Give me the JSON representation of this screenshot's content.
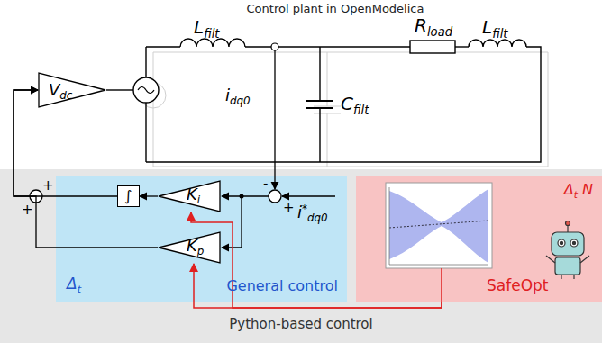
{
  "diagram": {
    "title": "Control plant in OpenModelica",
    "nodes": [
      {
        "text": [
          "Vdc"
        ]
      },
      {
        "text": [
          "Python-based control"
        ]
      },
      {
        "text": [
          "General control",
          "Δt"
        ],
        "in": 1
      },
      {
        "text": [
          "∫"
        ],
        "in": 2
      },
      {
        "text": [
          "Ki"
        ],
        "in": 2
      },
      {
        "text": [
          "Kp"
        ],
        "in": 2
      },
      {
        "text": [
          "SafeOpt",
          "Δt N"
        ],
        "in": 1
      }
    ],
    "edges": [
      {
        "from": 4,
        "to": 3,
        "arrow": "to"
      },
      {
        "from": 3,
        "to": 0,
        "arrow": "to"
      },
      {
        "from": 5,
        "to": 0,
        "arrow": "to"
      },
      {
        "from": 6,
        "to": 5,
        "arrow": "to"
      },
      {
        "from": 6,
        "to": 4,
        "arrow": "to"
      }
    ],
    "labels": [
      "Lfilt",
      "Rload",
      "Lfilt",
      "idq0",
      "Cfilt",
      "+",
      "+",
      "-",
      "+",
      "i*dq0"
    ]
  }
}
